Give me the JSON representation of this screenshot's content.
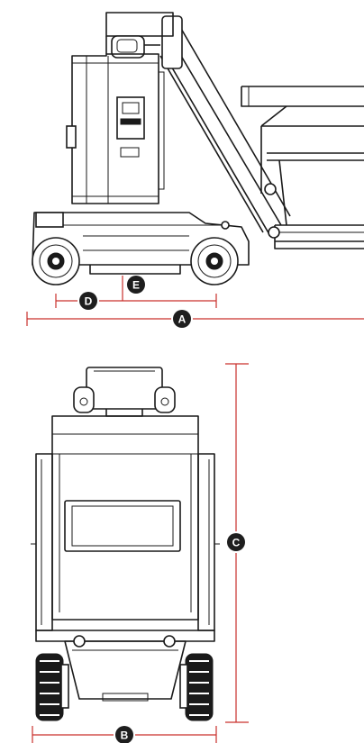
{
  "dimension_color": "#c9302c",
  "badge_color": "#1e1e1e",
  "dimensions": {
    "a": {
      "label": "A"
    },
    "b": {
      "label": "B"
    },
    "c": {
      "label": "C"
    },
    "d": {
      "label": "D"
    },
    "e": {
      "label": "E"
    }
  },
  "views": {
    "side": {
      "icon": "side-view-lift-drawing"
    },
    "rear": {
      "icon": "rear-view-lift-drawing"
    }
  }
}
